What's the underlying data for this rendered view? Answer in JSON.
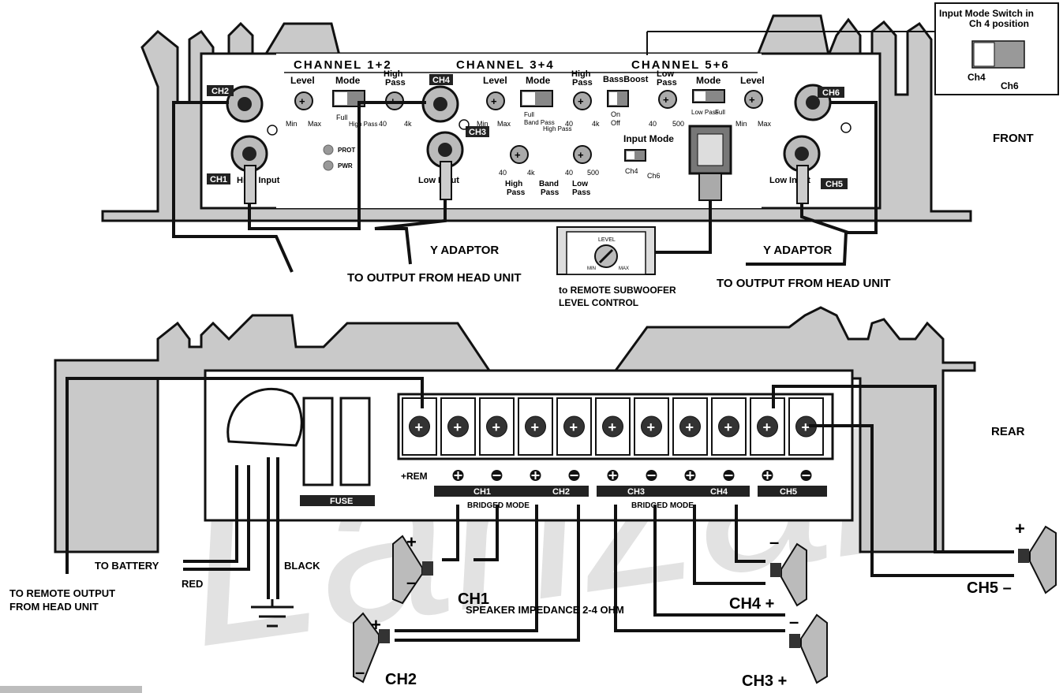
{
  "colors": {
    "panel": "#c8c8c8",
    "panel_dark": "#9a9a9a",
    "wire": "#111111",
    "label_bg": "#222222",
    "watermark": "#dadada"
  },
  "watermark": "Lanzar",
  "front": {
    "side_label": "FRONT",
    "section_titles": [
      "CHANNEL 1+2",
      "CHANNEL 3+4",
      "CHANNEL 5+6"
    ],
    "ch2_tag": "CH2",
    "ch1_tag": "CH1",
    "ch4_tag": "CH4",
    "ch3_tag": "CH3",
    "ch6_tag": "CH6",
    "ch5_tag": "CH5",
    "level": "Level",
    "mode": "Mode",
    "high_pass": "High\nPass",
    "low_pass": "Low\nPass",
    "bass_boost": "BassBoost",
    "min": "Min",
    "max": "Max",
    "full": "Full",
    "band_pass": "Band\nPass",
    "high_pass_small": "High\nPass",
    "low_pass_small": "Low\nPass",
    "f40": "40",
    "f4k": "4k",
    "f500": "500",
    "on": "On",
    "off": "Off",
    "prot": "PROT",
    "pwr": "PWR",
    "input_mode": "Input Mode",
    "ch4": "Ch4",
    "ch6": "Ch6",
    "sub_hp": "High\nPass",
    "sub_bp": "Band\nPass",
    "sub_lp": "Low\nPass",
    "high_input": "High Input",
    "low_input_left": "Low Input",
    "low_input_right": "Low Input",
    "y_adaptor": "Y ADAPTOR",
    "to_output": "TO OUTPUT FROM HEAD UNIT",
    "remote_level_title": "LEVEL",
    "remote_level_min": "MIN",
    "remote_level_max": "MAX",
    "remote_caption": "to REMOTE SUBWOOFER\nLEVEL CONTROL"
  },
  "inset": {
    "title": "Input Mode Switch in\nCh 4 position",
    "ch4": "Ch4",
    "ch6": "Ch6"
  },
  "rear": {
    "side_label": "REAR",
    "fuse": "FUSE",
    "rem": "+REM",
    "ch_group_1": [
      "CH1",
      "CH2"
    ],
    "ch_group_2": [
      "CH3",
      "CH4"
    ],
    "ch5": "CH5",
    "bridged": "BRIDGED MODE",
    "to_battery": "TO BATTERY",
    "red": "RED",
    "black": "BLACK",
    "to_remote": "TO REMOTE OUTPUT\nFROM HEAD UNIT",
    "speaker_impedance": "SPEAKER IMPEDANCE 2-4 OHM",
    "spk_ch1": "CH1",
    "spk_ch2": "CH2",
    "spk_ch3": "CH3",
    "spk_ch4": "CH4",
    "spk_ch5": "CH5",
    "plus": "+",
    "minus": "–"
  }
}
